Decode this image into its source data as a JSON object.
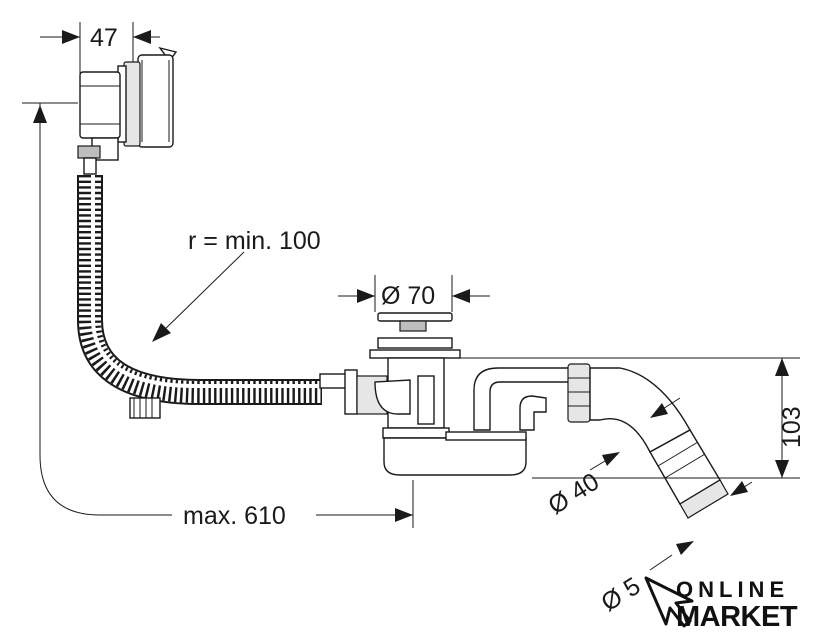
{
  "dimensions": {
    "overflow_width": "47",
    "bend_radius": "r = min. 100",
    "plug_diameter": "Ø 70",
    "height": "103",
    "outlet_diameter_40": "Ø 40",
    "outlet_diameter_50": "Ø 5",
    "max_length": "max. 610"
  },
  "logo": {
    "line1": "ONLINE",
    "line2": "MARKET"
  }
}
